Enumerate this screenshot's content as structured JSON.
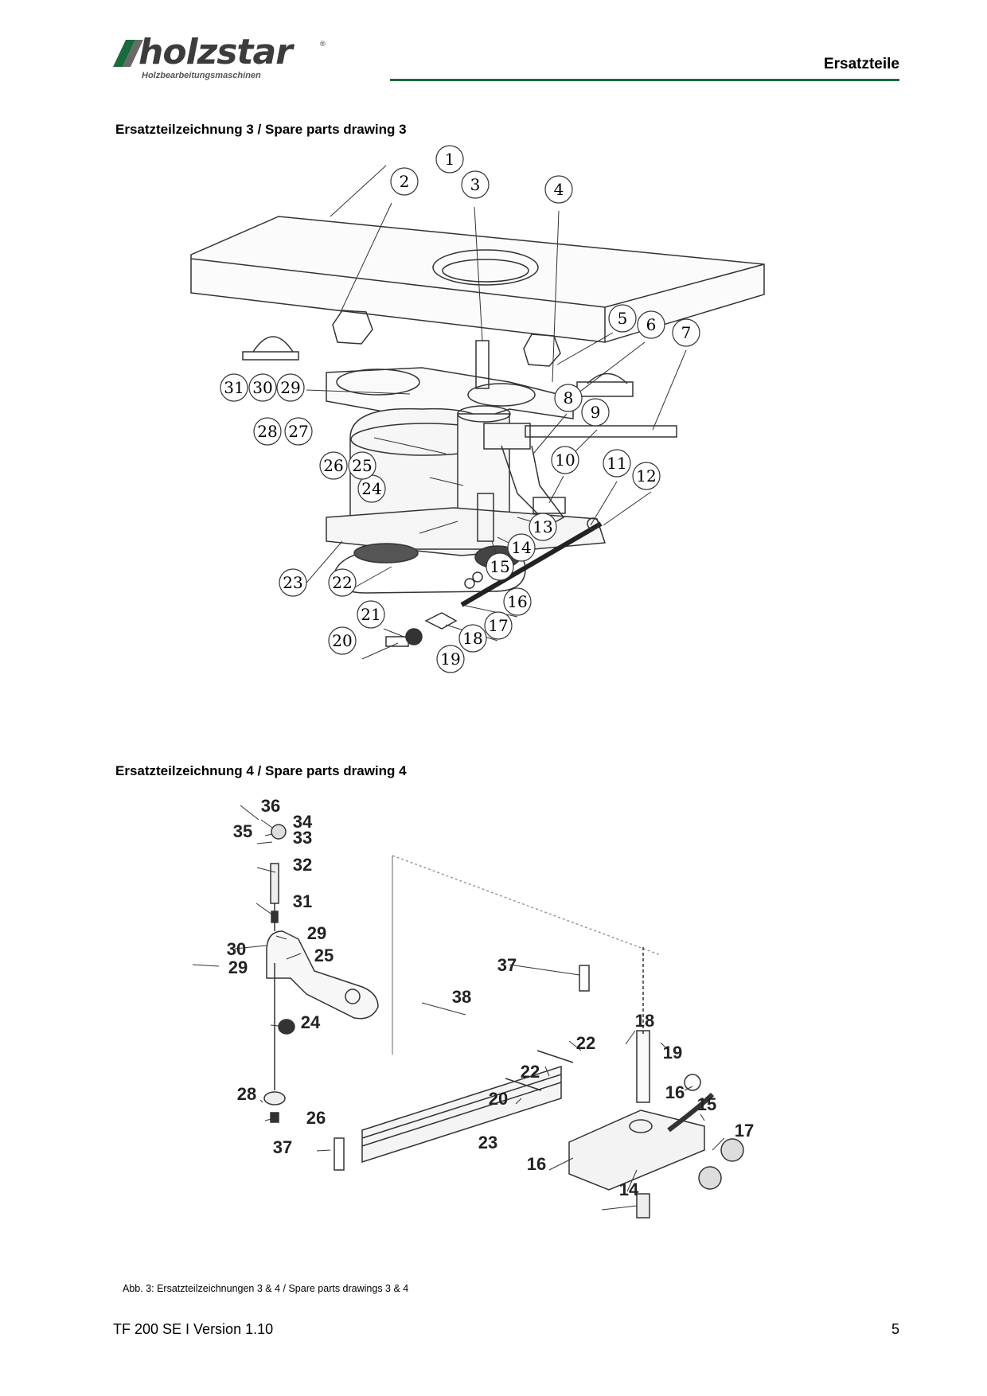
{
  "header": {
    "logo_name": "holzstar",
    "logo_registered": "®",
    "logo_subtitle": "Holzbearbeitungsmaschinen",
    "section": "Ersatzteile",
    "rule_color": "#1a6b3c"
  },
  "drawing3": {
    "title": "Ersatzteilzeichnung 3 / Spare parts drawing 3",
    "labels": [
      "1",
      "2",
      "3",
      "4",
      "5",
      "6",
      "7",
      "8",
      "9",
      "10",
      "11",
      "12",
      "13",
      "14",
      "15",
      "16",
      "17",
      "18",
      "19",
      "20",
      "21",
      "22",
      "23",
      "24",
      "25",
      "26",
      "27",
      "28",
      "29",
      "30",
      "31"
    ]
  },
  "drawing4": {
    "title": "Ersatzteilzeichnung 4 / Spare parts drawing 4",
    "labels": [
      "36",
      "34",
      "35",
      "33",
      "32",
      "31",
      "30",
      "29",
      "29",
      "25",
      "24",
      "28",
      "26",
      "37",
      "38",
      "37",
      "23",
      "22",
      "22",
      "20",
      "18",
      "19",
      "16",
      "15",
      "17",
      "16",
      "14"
    ]
  },
  "caption": "Abb. 3: Ersatzteilzeichnungen 3 & 4 / Spare parts drawings 3 & 4",
  "footer": {
    "doc": "TF 200 SE I Version 1.10",
    "page": "5"
  }
}
